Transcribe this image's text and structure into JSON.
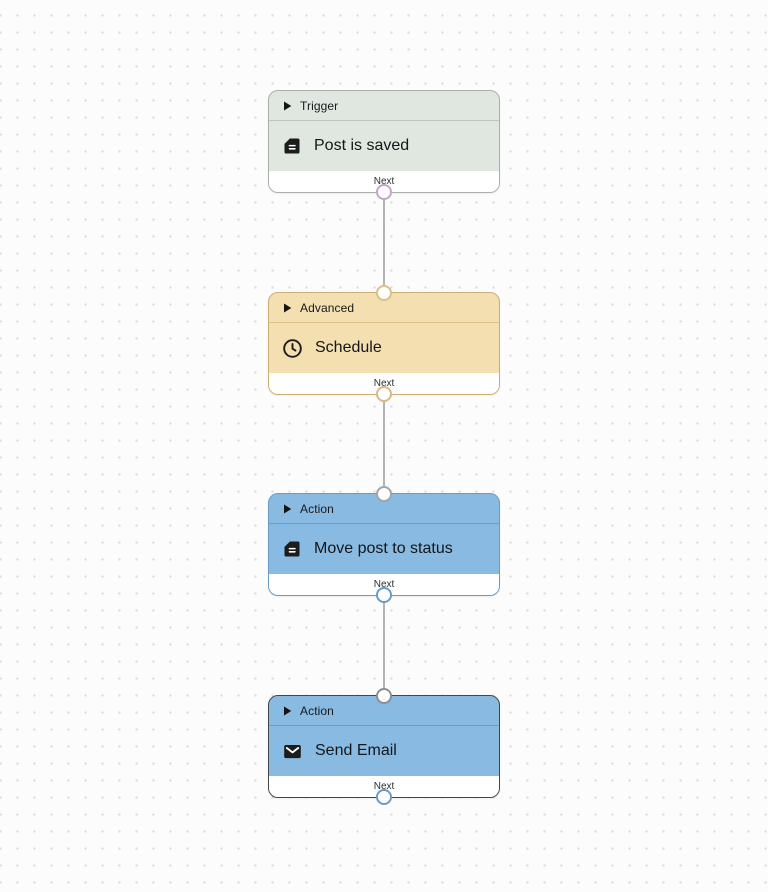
{
  "canvas": {
    "background": "#fcfcfc",
    "dot_color": "#d8d8d8",
    "edge_color": "#b4b4b4"
  },
  "edges": [
    {
      "from": "trigger-post-is-saved",
      "to": "advanced-schedule"
    },
    {
      "from": "advanced-schedule",
      "to": "action-move-post-to-status"
    },
    {
      "from": "action-move-post-to-status",
      "to": "action-send-email"
    }
  ],
  "nodes": [
    {
      "category": "Trigger",
      "title": "Post is saved",
      "icon": "document-icon",
      "next_label": "Next",
      "selected": false,
      "colors": {
        "bg": "#e0e6e0",
        "border": "#a8b0a8",
        "divider": "#bdc5bd",
        "handle_top": "#a8b0a8",
        "handle_bottom": "#c5a3ca"
      }
    },
    {
      "category": "Advanced",
      "title": "Schedule",
      "icon": "clock-icon",
      "next_label": "Next",
      "selected": false,
      "colors": {
        "bg": "#f4dfb1",
        "border": "#ccae74",
        "divider": "#dcc08a",
        "handle_top": "#dcc08a",
        "handle_bottom": "#d7b981"
      }
    },
    {
      "category": "Action",
      "title": "Move post to status",
      "icon": "document-icon",
      "next_label": "Next",
      "selected": false,
      "colors": {
        "bg": "#88bae2",
        "border": "#699bc5",
        "divider": "#6c9cc4",
        "handle_top": "#9fa7ad",
        "handle_bottom": "#699bc5"
      }
    },
    {
      "category": "Action",
      "title": "Send Email",
      "icon": "envelope-icon",
      "next_label": "Next",
      "selected": true,
      "colors": {
        "bg": "#88bae2",
        "border": "#41474c",
        "divider": "#6c9cc4",
        "handle_top": "#8c8f92",
        "handle_bottom": "#699bc5"
      }
    }
  ]
}
